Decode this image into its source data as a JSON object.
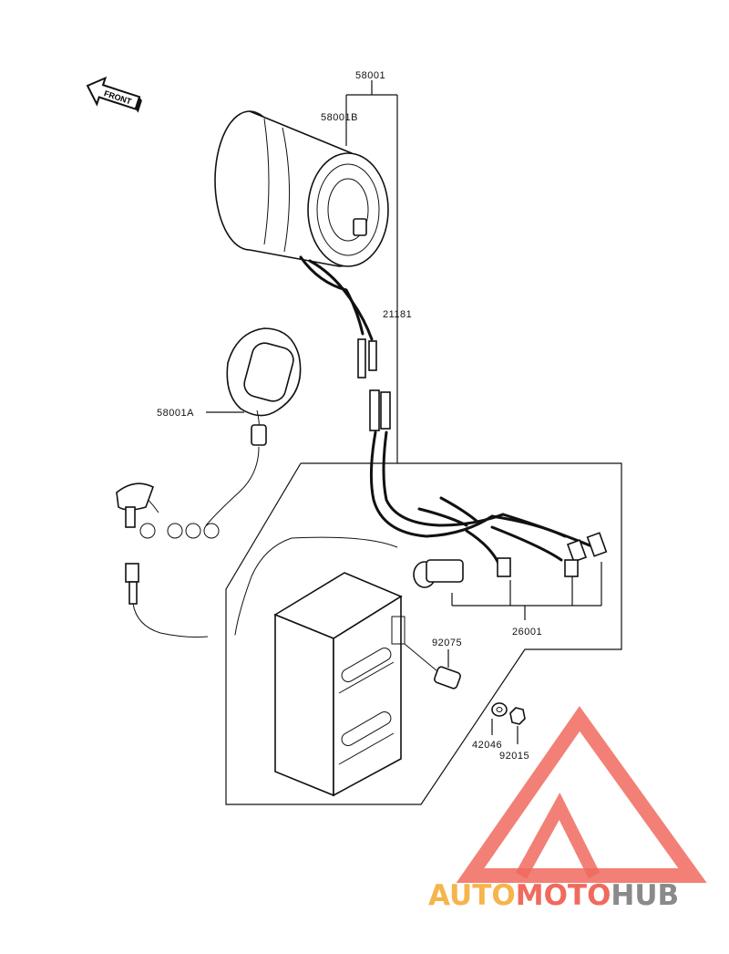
{
  "front_arrow": {
    "label": "FRONT"
  },
  "callouts": {
    "p58001": "58001",
    "p58001B": "58001B",
    "p21181": "21181",
    "p58001A": "58001A",
    "p92075": "92075",
    "p26001": "26001",
    "p42046": "42046",
    "p92015": "92015"
  },
  "watermark": {
    "part1": "AUTO",
    "part2": "MOTO",
    "part3": "HUB"
  },
  "colors": {
    "ink": "#111111",
    "watermark_red": "#f06a5e",
    "watermark_orange": "#f6b44b",
    "watermark_gray": "#8a8a8a"
  }
}
